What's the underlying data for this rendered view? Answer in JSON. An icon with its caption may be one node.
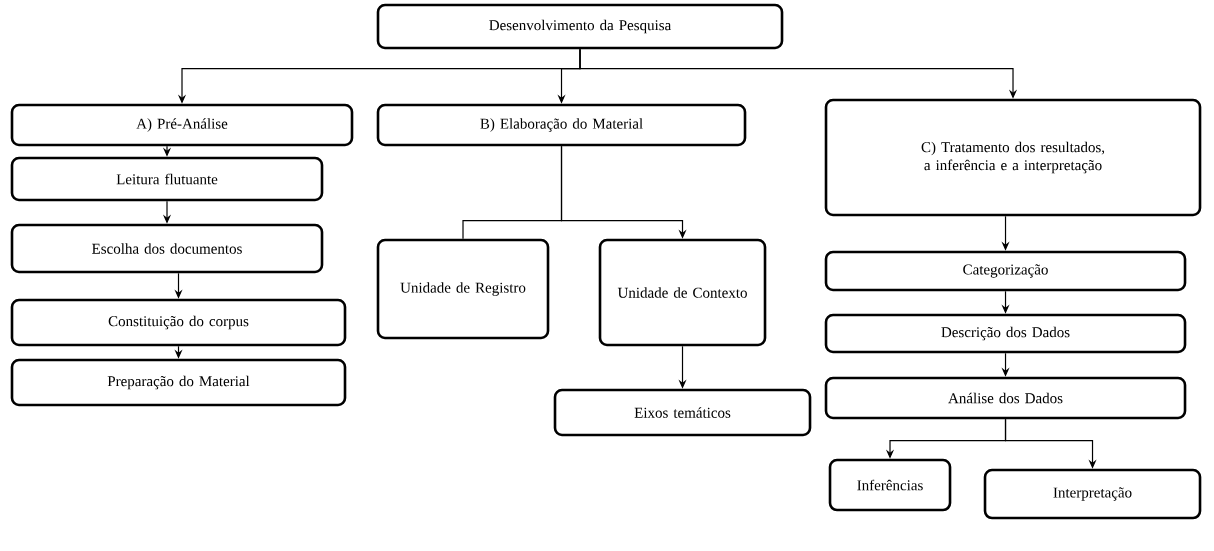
{
  "diagram": {
    "nodes": [
      {
        "text": [
          "Desenvolvimento da Pesquisa"
        ]
      },
      {
        "text": [
          "A) Pré-Análise"
        ]
      },
      {
        "text": [
          "B) Elaboração do Material"
        ]
      },
      {
        "text": [
          "C) Tratamento dos resultados, a inferência e a interpretação"
        ]
      },
      {
        "text": [
          "Leitura flutuante"
        ]
      },
      {
        "text": [
          "Escolha dos documentos"
        ]
      },
      {
        "text": [
          "Constituição do corpus"
        ]
      },
      {
        "text": [
          "Preparação do Material"
        ]
      },
      {
        "text": [
          "Unidade de Registro"
        ]
      },
      {
        "text": [
          "Unidade de Contexto"
        ]
      },
      {
        "text": [
          "Eixos temáticos"
        ]
      },
      {
        "text": [
          "Categorização"
        ]
      },
      {
        "text": [
          "Descrição dos Dados"
        ]
      },
      {
        "text": [
          "Análise dos Dados"
        ]
      },
      {
        "text": [
          "Inferências"
        ]
      },
      {
        "text": [
          "Interpretação"
        ]
      }
    ],
    "edges": [
      {
        "from": 0,
        "to": 1,
        "arrow": "to"
      },
      {
        "from": 0,
        "to": 2,
        "arrow": "to"
      },
      {
        "from": 0,
        "to": 3,
        "arrow": "to"
      },
      {
        "from": 1,
        "to": 4,
        "arrow": "to"
      },
      {
        "from": 4,
        "to": 5,
        "arrow": "to"
      },
      {
        "from": 5,
        "to": 6,
        "arrow": "to"
      },
      {
        "from": 6,
        "to": 7,
        "arrow": "to"
      },
      {
        "from": 2,
        "to": 8,
        "arrow": "none"
      },
      {
        "from": 2,
        "to": 9,
        "arrow": "to"
      },
      {
        "from": 9,
        "to": 10,
        "arrow": "to"
      },
      {
        "from": 3,
        "to": 11,
        "arrow": "to"
      },
      {
        "from": 11,
        "to": 12,
        "arrow": "to"
      },
      {
        "from": 12,
        "to": 13,
        "arrow": "to"
      },
      {
        "from": 13,
        "to": 14,
        "arrow": "to"
      },
      {
        "from": 13,
        "to": 15,
        "arrow": "to"
      }
    ]
  }
}
